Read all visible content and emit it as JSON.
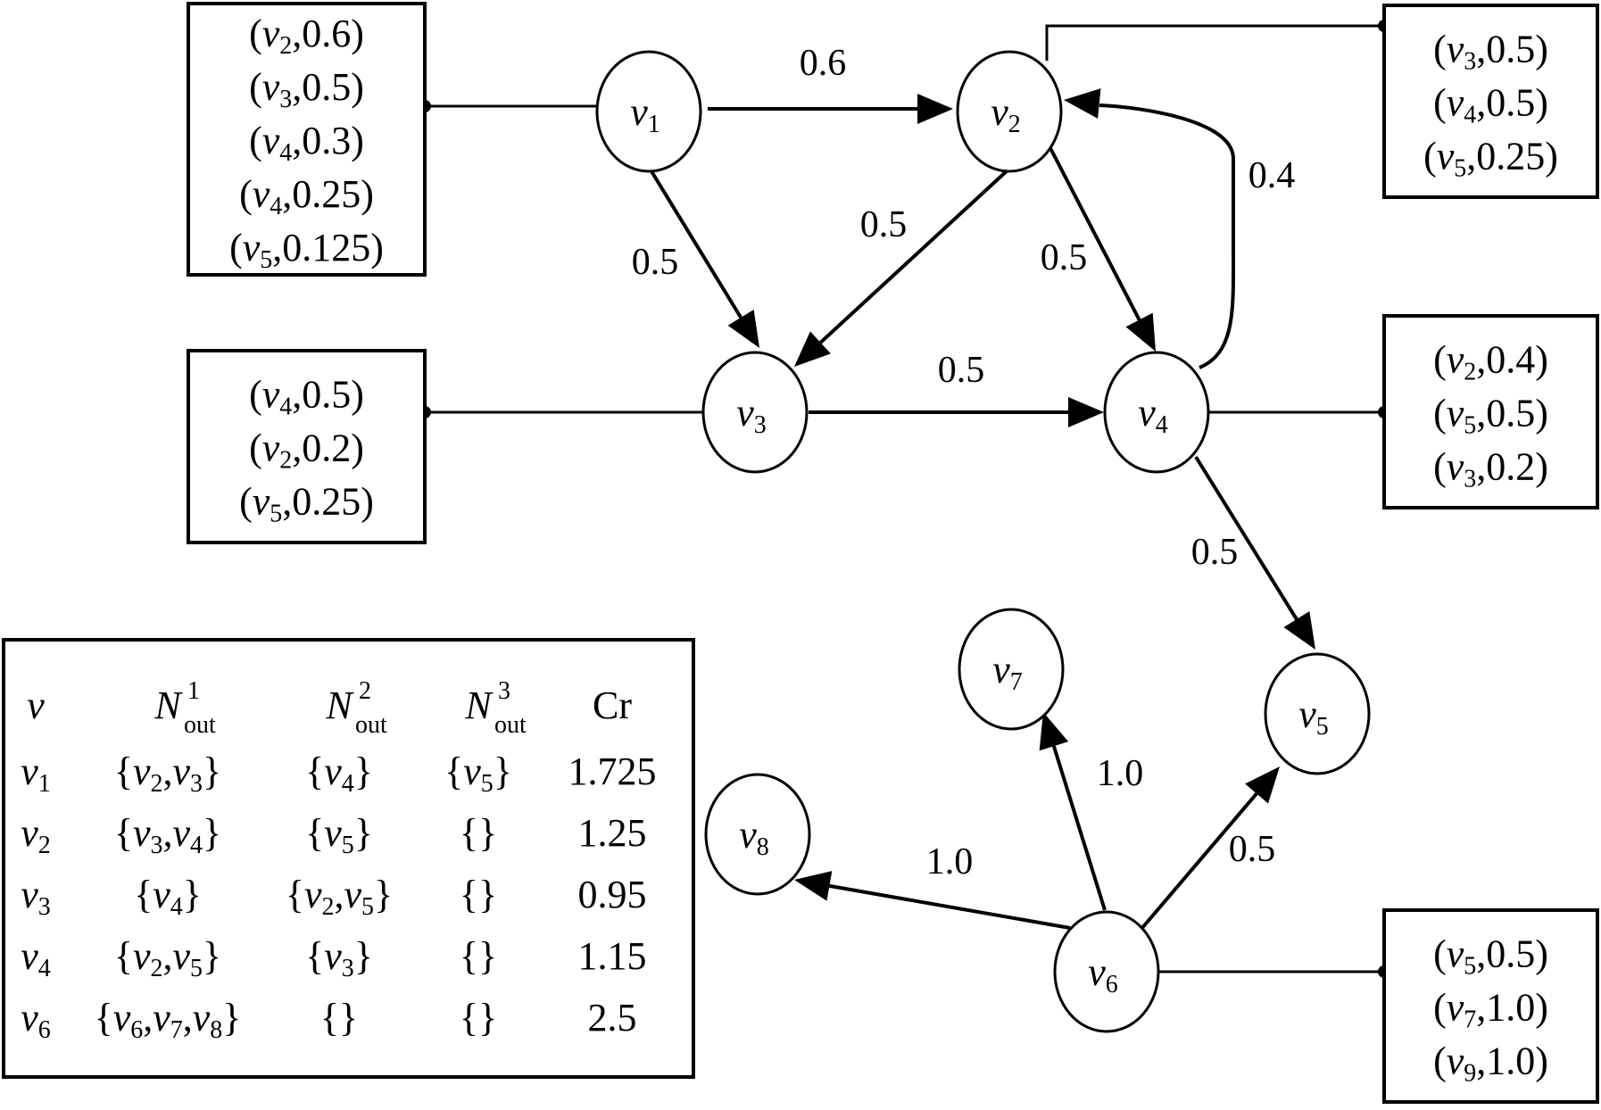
{
  "nodes": [
    {
      "id": "v1",
      "base": "v",
      "sub": "1"
    },
    {
      "id": "v2",
      "base": "v",
      "sub": "2"
    },
    {
      "id": "v3",
      "base": "v",
      "sub": "3"
    },
    {
      "id": "v4",
      "base": "v",
      "sub": "4"
    },
    {
      "id": "v5",
      "base": "v",
      "sub": "5"
    },
    {
      "id": "v6",
      "base": "v",
      "sub": "6"
    },
    {
      "id": "v7",
      "base": "v",
      "sub": "7"
    },
    {
      "id": "v8",
      "base": "v",
      "sub": "8"
    }
  ],
  "edges": [
    {
      "from": "v1",
      "to": "v2",
      "weight": "0.6"
    },
    {
      "from": "v1",
      "to": "v3",
      "weight": "0.5"
    },
    {
      "from": "v2",
      "to": "v3",
      "weight": "0.5"
    },
    {
      "from": "v2",
      "to": "v4",
      "weight": "0.5"
    },
    {
      "from": "v4",
      "to": "v2",
      "weight": "0.4"
    },
    {
      "from": "v3",
      "to": "v4",
      "weight": "0.5"
    },
    {
      "from": "v4",
      "to": "v5",
      "weight": "0.5"
    },
    {
      "from": "v6",
      "to": "v7",
      "weight": "1.0"
    },
    {
      "from": "v6",
      "to": "v8",
      "weight": "1.0"
    },
    {
      "from": "v6",
      "to": "v5",
      "weight": "0.5"
    }
  ],
  "boxes": [
    {
      "node": "v1",
      "entries": [
        [
          "2",
          "0.6"
        ],
        [
          "3",
          "0.5"
        ],
        [
          "4",
          "0.3"
        ],
        [
          "4",
          "0.25"
        ],
        [
          "5",
          "0.125"
        ]
      ]
    },
    {
      "node": "v3",
      "entries": [
        [
          "4",
          "0.5"
        ],
        [
          "2",
          "0.2"
        ],
        [
          "5",
          "0.25"
        ]
      ]
    },
    {
      "node": "v2",
      "entries": [
        [
          "3",
          "0.5"
        ],
        [
          "4",
          "0.5"
        ],
        [
          "5",
          "0.25"
        ]
      ]
    },
    {
      "node": "v4",
      "entries": [
        [
          "2",
          "0.4"
        ],
        [
          "5",
          "0.5"
        ],
        [
          "3",
          "0.2"
        ]
      ]
    },
    {
      "node": "v6",
      "entries": [
        [
          "5",
          "0.5"
        ],
        [
          "7",
          "1.0"
        ],
        [
          "9",
          "1.0"
        ]
      ]
    }
  ],
  "table": {
    "headers": [
      {
        "base": "v",
        "sup": "",
        "sub": ""
      },
      {
        "base": "N",
        "sup": "1",
        "sub": "out"
      },
      {
        "base": "N",
        "sup": "2",
        "sub": "out"
      },
      {
        "base": "N",
        "sup": "3",
        "sub": "out"
      },
      {
        "base": "Cr",
        "sup": "",
        "sub": ""
      }
    ],
    "rows": [
      {
        "v": "1",
        "n1": [
          "2",
          "3"
        ],
        "n2": [
          "4"
        ],
        "n3": [
          "5"
        ],
        "cr": "1.725"
      },
      {
        "v": "2",
        "n1": [
          "3",
          "4"
        ],
        "n2": [
          "5"
        ],
        "n3": [],
        "cr": "1.25"
      },
      {
        "v": "3",
        "n1": [
          "4"
        ],
        "n2": [
          "2",
          "5"
        ],
        "n3": [],
        "cr": "0.95"
      },
      {
        "v": "4",
        "n1": [
          "2",
          "5"
        ],
        "n2": [
          "3"
        ],
        "n3": [],
        "cr": "1.15"
      },
      {
        "v": "6",
        "n1": [
          "6",
          "7",
          "8"
        ],
        "n2": [],
        "n3": [],
        "cr": "2.5"
      }
    ]
  }
}
